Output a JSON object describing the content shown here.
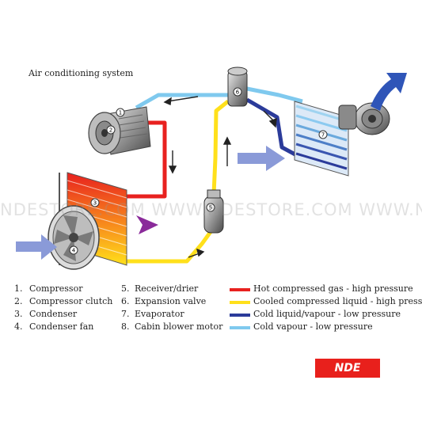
{
  "title": "Air conditioning system",
  "watermark": "NDESTORE.COM WWW.NDESTORE.COM WWW.NDESTORE.C",
  "brand": "NDE",
  "callouts": [
    "1",
    "2",
    "3",
    "4",
    "5",
    "6",
    "7"
  ],
  "components_left": [
    {
      "num": "1.",
      "label": "Compressor"
    },
    {
      "num": "2.",
      "label": "Compressor clutch"
    },
    {
      "num": "3.",
      "label": "Condenser"
    },
    {
      "num": "4.",
      "label": "Condenser fan"
    }
  ],
  "components_right": [
    {
      "num": "5.",
      "label": "Receiver/drier"
    },
    {
      "num": "6.",
      "label": "Expansion valve"
    },
    {
      "num": "7.",
      "label": "Evaporator"
    },
    {
      "num": "8.",
      "label": "Cabin blower motor"
    }
  ],
  "key": [
    {
      "label": "Hot compressed gas - high pressure",
      "color": "#e8211f"
    },
    {
      "label": "Cooled compressed liquid - high pressure",
      "color": "#ffe01b"
    },
    {
      "label": "Cold liquid/vapour - low pressure",
      "color": "#2b3b9a"
    },
    {
      "label": "Cold vapour - low pressure",
      "color": "#7fc9ee"
    }
  ],
  "colors": {
    "hot": "#e8211f",
    "cooled": "#ffe01b",
    "cold_liquid": "#2b3b9a",
    "cold_vapour": "#7fc9ee",
    "airflow": "#8a9ad8",
    "exhaust_air": "#2f55b8",
    "component_grey": "#9a9a9a"
  }
}
